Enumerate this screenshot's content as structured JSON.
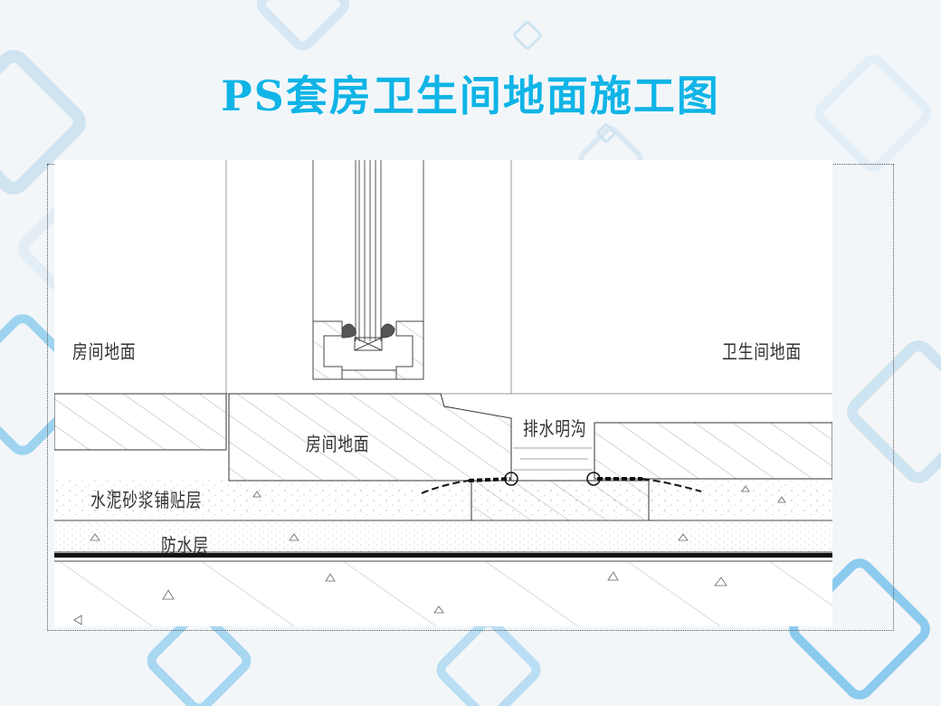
{
  "slide": {
    "title": "PS套房卫生间地面施工图"
  },
  "diagram": {
    "labels": {
      "room_floor_upper": "房间地面",
      "bathroom_floor": "卫生间地面",
      "room_floor_lower": "房间地面",
      "drain_channel": "排水明沟",
      "mortar_layer": "水泥砂浆铺贴层",
      "waterproof_layer": "防水层"
    }
  }
}
